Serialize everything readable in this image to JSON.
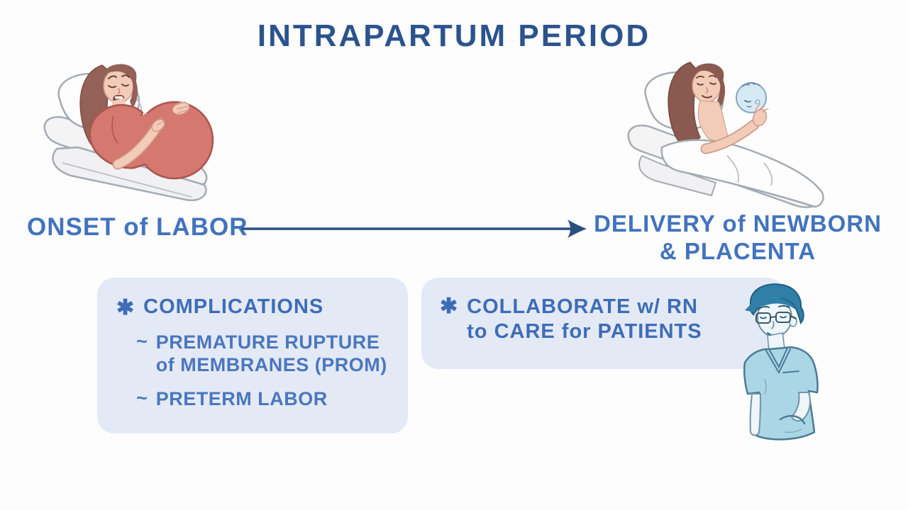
{
  "title": "INTRAPARTUM PERIOD",
  "timeline": {
    "start_label": "ONSET of LABOR",
    "end_label_line1": "DELIVERY of NEWBORN",
    "end_label_line2": "& PLACENTA"
  },
  "complications_box": {
    "bullet": "✱",
    "heading": "COMPLICATIONS",
    "items": [
      {
        "marker": "~",
        "line1": "PREMATURE RUPTURE",
        "line2": "of MEMBRANES (PROM)"
      },
      {
        "marker": "~",
        "line1": "PRETERM LABOR",
        "line2": ""
      }
    ]
  },
  "collaborate_box": {
    "bullet": "✱",
    "line1": "COLLABORATE w/ RN",
    "line2": "to CARE for PATIENTS"
  },
  "illustrations": {
    "left": "pregnant woman in labor lying on bed",
    "right": "mother holding newborn in bed",
    "bottom_right": "male nurse in scrubs"
  },
  "colors": {
    "background": "#fdfdfd",
    "title_text": "#2b538e",
    "label_text": "#4273bd",
    "arrow": "#2a5080",
    "box_background": "#e4e9f6",
    "box_heading_text": "#3d6db6",
    "box_item_text": "#4a77bd",
    "shirt_red": "#d5786f",
    "scrubs_blue": "#abd6e5",
    "nurse_hair_teal": "#2f7fa8",
    "baby_blue": "#d7eaf4"
  }
}
